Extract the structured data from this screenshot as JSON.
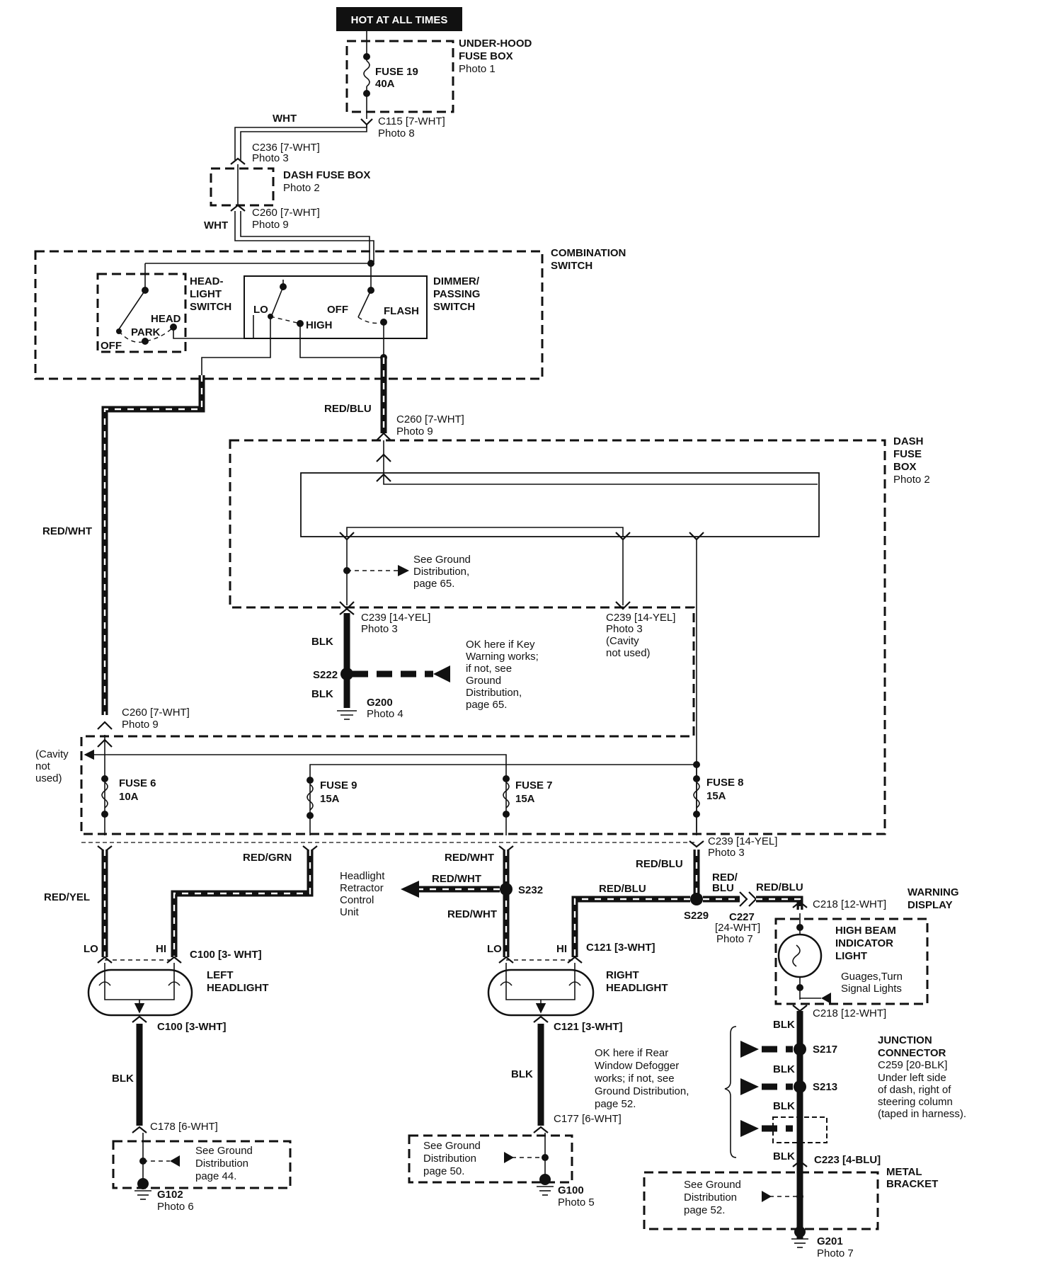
{
  "hot_at_all_times": "HOT AT ALL TIMES",
  "underhood_fuse_box": {
    "line1": "UNDER-HOOD",
    "line2": "FUSE BOX",
    "photo": "Photo 1"
  },
  "fuse19": {
    "name": "FUSE 19",
    "rating": "40A"
  },
  "wire_wht": "WHT",
  "c115": {
    "label": "C115 [7-WHT]",
    "photo": "Photo 8"
  },
  "c236": {
    "label": "C236 [7-WHT]",
    "photo": "Photo 3"
  },
  "dash_fuse_box_top": {
    "label": "DASH FUSE BOX",
    "photo": "Photo 2"
  },
  "c260_top": {
    "label": "C260 [7-WHT]",
    "photo": "Photo 9"
  },
  "combination_switch": {
    "line1": "COMBINATION",
    "line2": "SWITCH"
  },
  "headlight_switch": {
    "line1": "HEAD-",
    "line2": "LIGHT",
    "line3": "SWITCH",
    "head": "HEAD",
    "park": "PARK",
    "off": "OFF"
  },
  "dimmer_switch": {
    "line1": "DIMMER/",
    "line2": "PASSING",
    "line3": "SWITCH",
    "lo": "LO",
    "high": "HIGH",
    "off": "OFF",
    "flash": "FLASH"
  },
  "wire_red_blu": "RED/BLU",
  "c260_mid": {
    "label": "C260 [7-WHT]",
    "photo": "Photo 9"
  },
  "dash_fuse_box_right": {
    "line1": "DASH",
    "line2": "FUSE",
    "line3": "BOX",
    "photo": "Photo 2"
  },
  "wire_red_wht": "RED/WHT",
  "see_ground_65": {
    "line1": "See Ground",
    "line2": "Distribution,",
    "line3": "page 65."
  },
  "c239_left": {
    "label": "C239 [14-YEL]",
    "photo": "Photo 3"
  },
  "c239_right": {
    "label": "C239 [14-YEL]",
    "photo": "Photo 3",
    "note1": "(Cavity",
    "note2": "not used)"
  },
  "wire_blk": "BLK",
  "s222": "S222",
  "ok_key_warning": {
    "line1": "OK here if Key",
    "line2": "Warning works;",
    "line3": "if not, see",
    "line4": "Ground",
    "line5": "Distribution,",
    "line6": "page 65."
  },
  "g200": {
    "label": "G200",
    "photo": "Photo 4"
  },
  "c260_lower": {
    "label": "C260 [7-WHT]",
    "photo": "Photo 9"
  },
  "cavity_not_used": {
    "line1": "(Cavity",
    "line2": "not",
    "line3": "used)"
  },
  "fuse6": {
    "name": "FUSE 6",
    "rating": "10A"
  },
  "fuse9": {
    "name": "FUSE 9",
    "rating": "15A"
  },
  "fuse7": {
    "name": "FUSE 7",
    "rating": "15A"
  },
  "fuse8": {
    "name": "FUSE 8",
    "rating": "15A"
  },
  "c239_bottom": {
    "label": "C239 [14-YEL]",
    "photo": "Photo 3"
  },
  "wire_red_grn": "RED/GRN",
  "wire_red_yel": "RED/YEL",
  "headlight_retractor": {
    "line1": "Headlight",
    "line2": "Retractor",
    "line3": "Control",
    "line4": "Unit"
  },
  "s232": "S232",
  "wire_red_blu_2": {
    "line1": "RED/",
    "line2": "BLU"
  },
  "s229": "S229",
  "c227": {
    "label": "C227",
    "sub": "[24-WHT]",
    "photo": "Photo 7"
  },
  "c218_top": "C218 [12-WHT]",
  "warning_display": {
    "line1": "WARNING",
    "line2": "DISPLAY"
  },
  "high_beam_indicator": {
    "line1": "HIGH BEAM",
    "line2": "INDICATOR",
    "line3": "LIGHT"
  },
  "gauges_turn": {
    "line1": "Guages,Turn",
    "line2": "Signal Lights"
  },
  "c218_bottom": "C218 [12-WHT]",
  "lo": "LO",
  "hi": "HI",
  "c100_top": "C100 [3- WHT]",
  "left_headlight": {
    "line1": "LEFT",
    "line2": "HEADLIGHT"
  },
  "c121_top": "C121 [3-WHT]",
  "right_headlight": {
    "line1": "RIGHT",
    "line2": "HEADLIGHT"
  },
  "c100_bottom": "C100 [3-WHT]",
  "c121_bottom": "C121 [3-WHT]",
  "ok_rear_defogger": {
    "line1": "OK here if Rear",
    "line2": "Window Defogger",
    "line3": "works; if not, see",
    "line4": "Ground Distribution,",
    "line5": "page 52."
  },
  "s217": "S217",
  "s213": "S213",
  "junction_connector": {
    "line1": "JUNCTION",
    "line2": "CONNECTOR",
    "line3": "C259 [20-BLK]",
    "line4": "Under left side",
    "line5": "of dash, right of",
    "line6": "steering column",
    "line7": "(taped in harness)."
  },
  "c178": "C178 [6-WHT]",
  "c177": "C177 [6-WHT]",
  "c223": "C223 [4-BLU]",
  "metal_bracket": {
    "line1": "METAL",
    "line2": "BRACKET"
  },
  "see_ground_44": {
    "line1": "See Ground",
    "line2": "Distribution",
    "line3": "page 44."
  },
  "see_ground_50": {
    "line1": "See Ground",
    "line2": "Distribution",
    "line3": "page 50."
  },
  "see_ground_52": {
    "line1": "See Ground",
    "line2": "Distribution",
    "line3": "page 52."
  },
  "g102": {
    "label": "G102",
    "photo": "Photo 6"
  },
  "g100": {
    "label": "G100",
    "photo": "Photo 5"
  },
  "g201": {
    "label": "G201",
    "photo": "Photo 7"
  }
}
